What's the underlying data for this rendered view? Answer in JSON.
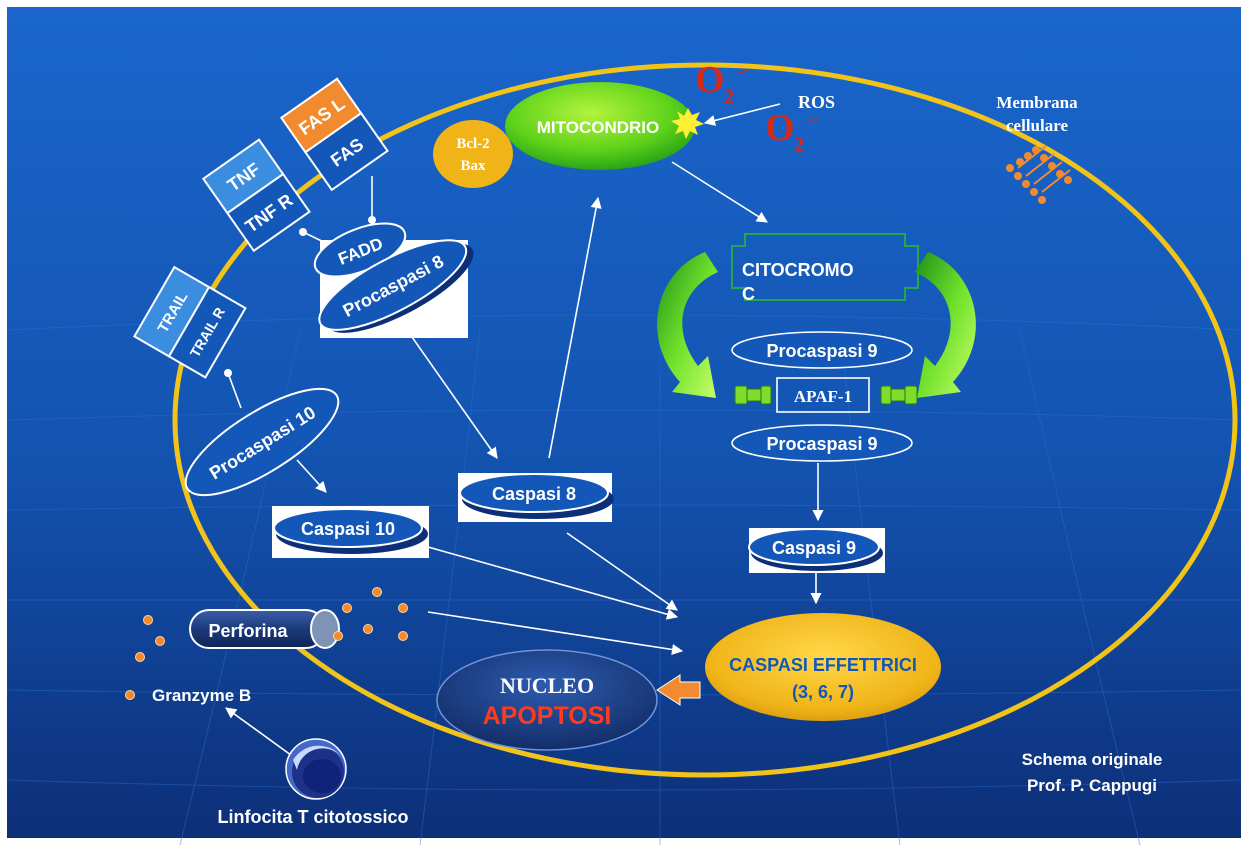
{
  "receptors": {
    "fas_l": "FAS L",
    "fas": "FAS",
    "tnf": "TNF",
    "tnf_r": "TNF R",
    "trail": "TRAIL",
    "trail_r": "TRAIL R",
    "fadd": "FADD",
    "procaspasi_8": "Procaspasi 8"
  },
  "mitochondria": {
    "label": "MITOCONDRIO",
    "bcl2_line1": "Bcl-2",
    "bcl2_line2": "Bax",
    "ros": "ROS",
    "o2_symbol": "O",
    "o2_subscript": "2",
    "o2_superscript": "-·"
  },
  "membrane_label": {
    "line1": "Membrana",
    "line2": "cellulare"
  },
  "intrinsic": {
    "citocromo_line1": "CITOCROMO",
    "citocromo_line2": "C",
    "procaspasi_9_top": "Procaspasi 9",
    "apaf1": "APAF-1",
    "procaspasi_9_bottom": "Procaspasi 9",
    "caspasi_9": "Caspasi 9"
  },
  "extrinsic": {
    "procaspasi_10": "Procaspasi 10",
    "caspasi_10": "Caspasi 10",
    "caspasi_8": "Caspasi 8"
  },
  "effector": {
    "line1": "CASPASI EFFETTRICI",
    "line2": "(3, 6, 7)"
  },
  "nucleus": {
    "label": "NUCLEO",
    "apoptosis": "APOPTOSI"
  },
  "cytotoxic": {
    "perforina": "Perforina",
    "granzyme": "Granzyme B",
    "linfocita": "Linfocita T citotossico"
  },
  "credit": {
    "line1": "Schema originale",
    "line2": "Prof. P. Cappugi"
  },
  "colors": {
    "background": "#1358b8",
    "membrane": "#f2c318",
    "fas_ligand": "#f28a30",
    "receptor_blue": "#3b8de0",
    "mito_green": "#5fd31a",
    "effector_gold": "#f0b418",
    "nucleus_navy": "#1c3f86",
    "apoptosis_red": "#ff3b1e",
    "o2_red": "#d42a1a"
  }
}
